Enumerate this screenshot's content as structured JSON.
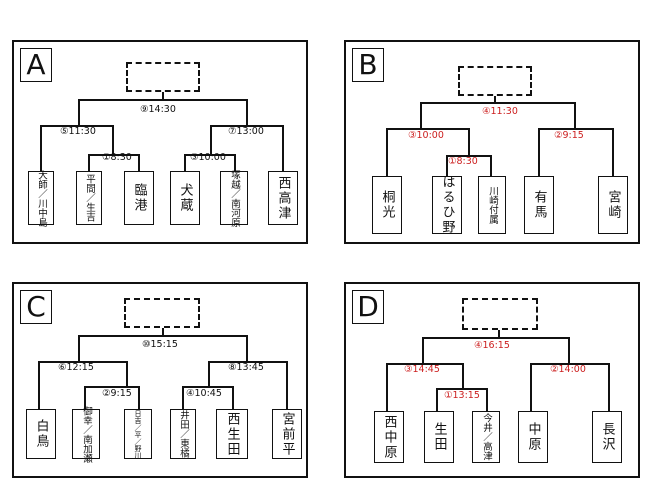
{
  "panels": [
    {
      "letter": "A",
      "time_color": "#111111",
      "times": [
        "⑨14:30",
        "⑤11:30",
        "⑦13:00",
        "①8:30",
        "③10:00"
      ],
      "teams": [
        "大師／川中島",
        "平間／生吉",
        "臨港",
        "犬蔵",
        "塚越／南河原",
        "西高津"
      ]
    },
    {
      "letter": "B",
      "time_color": "#cc1f1f",
      "times": [
        "④11:30",
        "③10:00",
        "②9:15",
        "①8:30"
      ],
      "teams": [
        "桐光",
        "はるひ野",
        "川崎付属",
        "有馬",
        "宮崎"
      ]
    },
    {
      "letter": "C",
      "time_color": "#111111",
      "times": [
        "⑩15:15",
        "⑥12:15",
        "⑧13:45",
        "②9:15",
        "④10:45"
      ],
      "teams": [
        "白鳥",
        "御幸／南加瀬",
        "日吉／平／野川",
        "井田／東橘",
        "西生田",
        "宮前平"
      ]
    },
    {
      "letter": "D",
      "time_color": "#cc1f1f",
      "times": [
        "④16:15",
        "③14:45",
        "②14:00",
        "①13:15"
      ],
      "teams": [
        "西中原",
        "生田",
        "今井／高津",
        "中原",
        "長沢"
      ]
    }
  ]
}
